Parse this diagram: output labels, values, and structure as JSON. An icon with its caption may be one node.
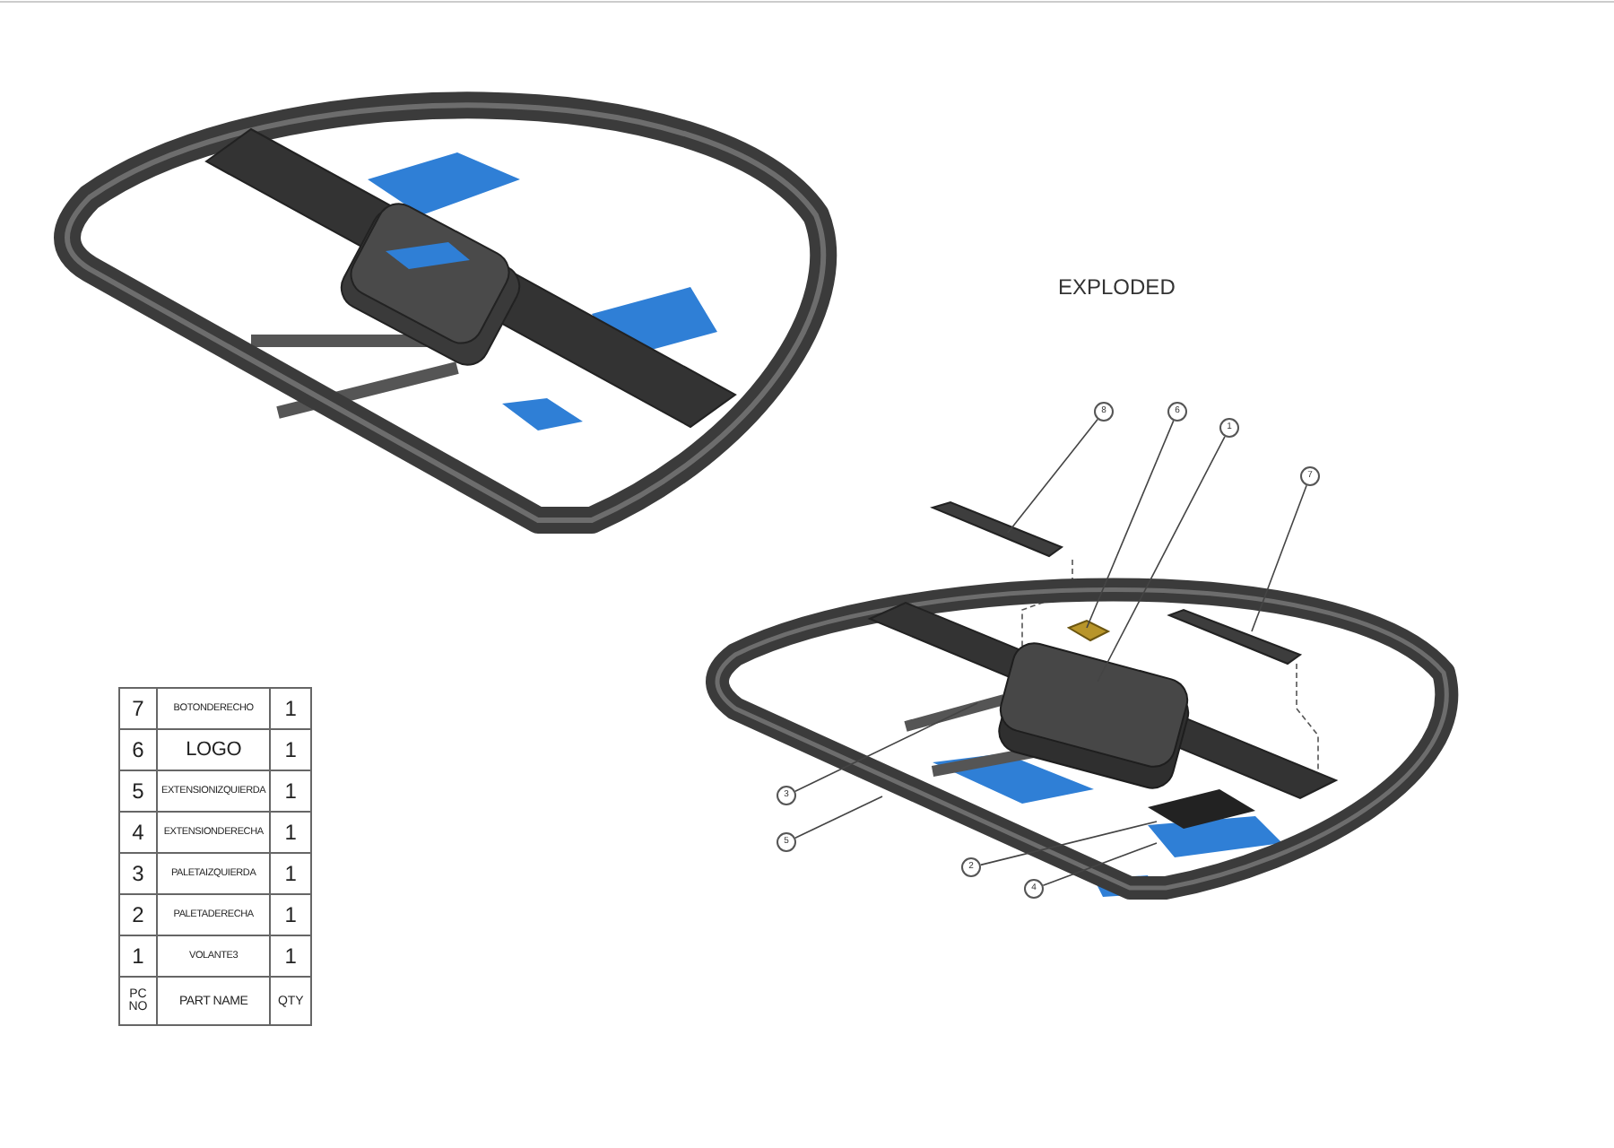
{
  "diagram": {
    "nodes": [
      {
        "text": [
          "8"
        ]
      },
      {
        "text": [
          "6"
        ]
      },
      {
        "text": [
          "1"
        ]
      },
      {
        "text": [
          "7"
        ]
      },
      {
        "text": [
          "3"
        ]
      },
      {
        "text": [
          "5"
        ]
      },
      {
        "text": [
          "2"
        ]
      },
      {
        "text": [
          "4"
        ]
      }
    ],
    "edges": [
      {
        "from": 0,
        "to": null,
        "arrow": "none"
      },
      {
        "from": 1,
        "to": null,
        "arrow": "none"
      },
      {
        "from": 2,
        "to": null,
        "arrow": "none"
      },
      {
        "from": 3,
        "to": null,
        "arrow": "none"
      },
      {
        "from": 4,
        "to": null,
        "arrow": "none"
      },
      {
        "from": 5,
        "to": null,
        "arrow": "none"
      },
      {
        "from": 6,
        "to": null,
        "arrow": "none"
      },
      {
        "from": 7,
        "to": null,
        "arrow": "none"
      }
    ],
    "labels": [
      "EXPLODED",
      "7",
      "BOTONDERECHO",
      "1",
      "6",
      "LOGO",
      "1",
      "5",
      "EXTENSIONIZQUIERDA",
      "1",
      "4",
      "EXTENSIONDERECHA",
      "1",
      "3",
      "PALETAIZQUIERDA",
      "1",
      "2",
      "PALETADERECHA",
      "1",
      "1",
      "VOLANTE3",
      "1",
      "PC NO",
      "PART NAME",
      "QTY"
    ]
  }
}
